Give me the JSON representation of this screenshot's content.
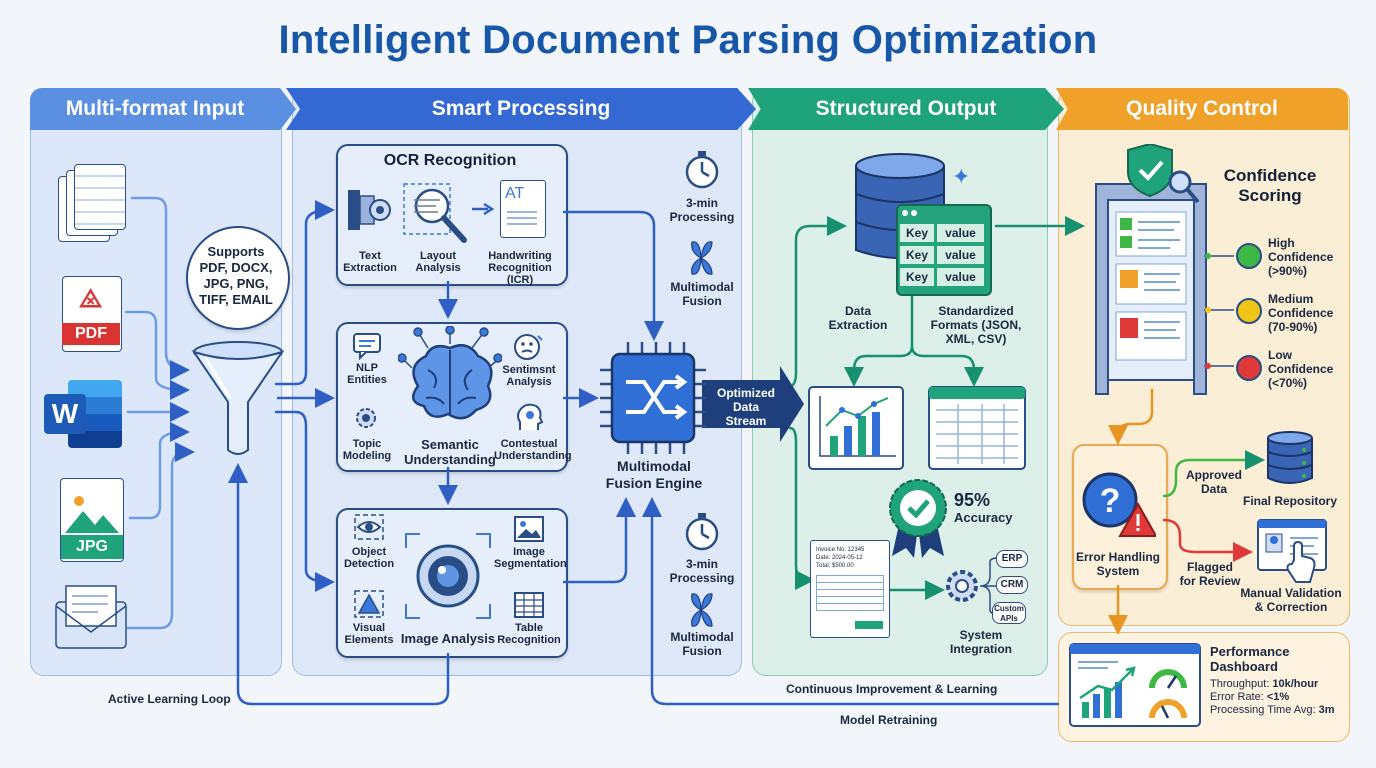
{
  "title": "Intelligent Document Parsing Optimization",
  "colors": {
    "blue": "#3b78d9",
    "green": "#1fa37a",
    "orange": "#f0a12a",
    "dark": "#2a4d86"
  },
  "sections": {
    "input": "Multi-format Input",
    "processing": "Smart Processing",
    "output": "Structured Output",
    "quality": "Quality Control"
  },
  "input": {
    "formats_bubble": [
      "Supports",
      "PDF, DOCX,",
      "JPG, PNG,",
      "TIFF, EMAIL"
    ],
    "pdf_tag": "PDF",
    "word_tag": "W",
    "jpg_tag": "JPG"
  },
  "ocr": {
    "title": "OCR Recognition",
    "text_extraction": [
      "Text",
      "Extraction"
    ],
    "layout_analysis": [
      "Layout",
      "Analysis"
    ],
    "handwriting": [
      "Handwriting",
      "Recognition (ICR)"
    ],
    "doc_tag": "AT"
  },
  "semantic": {
    "nlp": [
      "NLP",
      "Entities"
    ],
    "sentiment": [
      "Sentimsnt",
      "Analysis"
    ],
    "topic": [
      "Topic",
      "Modeling"
    ],
    "understanding": [
      "Semantic",
      "Understanding"
    ],
    "contextual": [
      "Contestual",
      "Understanding"
    ]
  },
  "image": {
    "object_detection": [
      "Object",
      "Detection"
    ],
    "segmentation": [
      "Image",
      "Segmentation"
    ],
    "visual_elements": [
      "Visual",
      "Elements"
    ],
    "analysis": "Image Analysis",
    "table_recognition": [
      "Table",
      "Recognition"
    ]
  },
  "fusion": {
    "processing_top": [
      "3-min",
      "Processing"
    ],
    "fusion_top": [
      "Multimodal",
      "Fusion"
    ],
    "engine": [
      "Multimodal",
      "Fusion Engine"
    ],
    "processing_bottom": [
      "3-min",
      "Processing"
    ],
    "fusion_bottom": [
      "Multimodal",
      "Fusion"
    ],
    "stream": [
      "Optimized",
      "Data",
      "Stream"
    ]
  },
  "output": {
    "kv_rows": [
      {
        "k": "Key",
        "v": "value"
      },
      {
        "k": "Key",
        "v": "value"
      },
      {
        "k": "Key",
        "v": "value"
      }
    ],
    "data_extraction": [
      "Data",
      "Extraction"
    ],
    "formats": [
      "Standardized",
      "Formats (JSON,",
      "XML, CSV)"
    ],
    "accuracy_value": "95%",
    "accuracy_label": "Accuracy",
    "invoice_lines": [
      "Invoice No. 12345",
      "Date: 2024-05-12",
      "Total: $500.00"
    ],
    "integrations": [
      "ERP",
      "CRM",
      "Custom APIs"
    ],
    "system_integration": [
      "System",
      "Integration"
    ]
  },
  "quality": {
    "confidence_title": [
      "Confidence",
      "Scoring"
    ],
    "levels": [
      {
        "label": [
          "High",
          "Confidence",
          "(>90%)"
        ],
        "color": "#3db845"
      },
      {
        "label": [
          "Medium",
          "Confidence",
          "(70-90%)"
        ],
        "color": "#f2c418"
      },
      {
        "label": [
          "Low",
          "Confidence",
          "(<70%)"
        ],
        "color": "#e0393a"
      }
    ],
    "error_handling": [
      "Error Handling",
      "System"
    ],
    "approved": [
      "Approved",
      "Data"
    ],
    "final_repository": "Final Repository",
    "flagged": [
      "Flagged",
      "for Review"
    ],
    "manual": [
      "Manual Validation",
      "& Correction"
    ]
  },
  "dashboard": {
    "title": [
      "Performance",
      "Dashboard"
    ],
    "throughput_label": "Throughput:",
    "throughput_value": "10k/hour",
    "error_rate_label": "Error Rate:",
    "error_rate_value": "<1%",
    "processing_label": "Processing Time Avg:",
    "processing_value": "3m"
  },
  "loops": {
    "active_learning": "Active Learning Loop",
    "continuous": "Continuous Improvement & Learning",
    "retraining": "Model Retraining"
  }
}
